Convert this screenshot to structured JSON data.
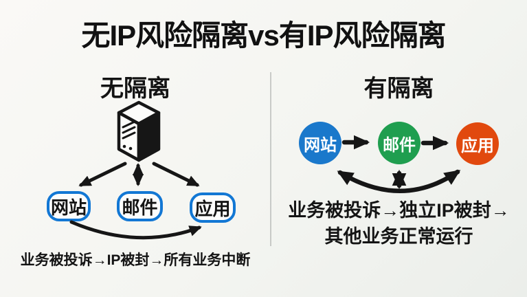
{
  "title": "无IP风险隔离vs有IP风险隔离",
  "colors": {
    "ink": "#161616",
    "pill_border_blue": "#1277d4",
    "node_blue": "#1a78cb",
    "node_green": "#1f9e4f",
    "node_orange": "#e1490e",
    "divider_gray": "#b9bcb9"
  },
  "left": {
    "heading": "无隔离",
    "server_icon": "server-tower-icon",
    "nodes": [
      {
        "label": "网站"
      },
      {
        "label": "邮件"
      },
      {
        "label": "应用"
      }
    ],
    "caption": "业务被投诉→IP被封→所有业务中断"
  },
  "right": {
    "heading": "有隔离",
    "nodes": [
      {
        "label": "网站",
        "color": "#1a78cb"
      },
      {
        "label": "邮件",
        "color": "#1f9e4f"
      },
      {
        "label": "应用",
        "color": "#e1490e"
      }
    ],
    "caption_line1": "业务被投诉→独立IP被封→",
    "caption_line2": "其他业务正常运行"
  }
}
